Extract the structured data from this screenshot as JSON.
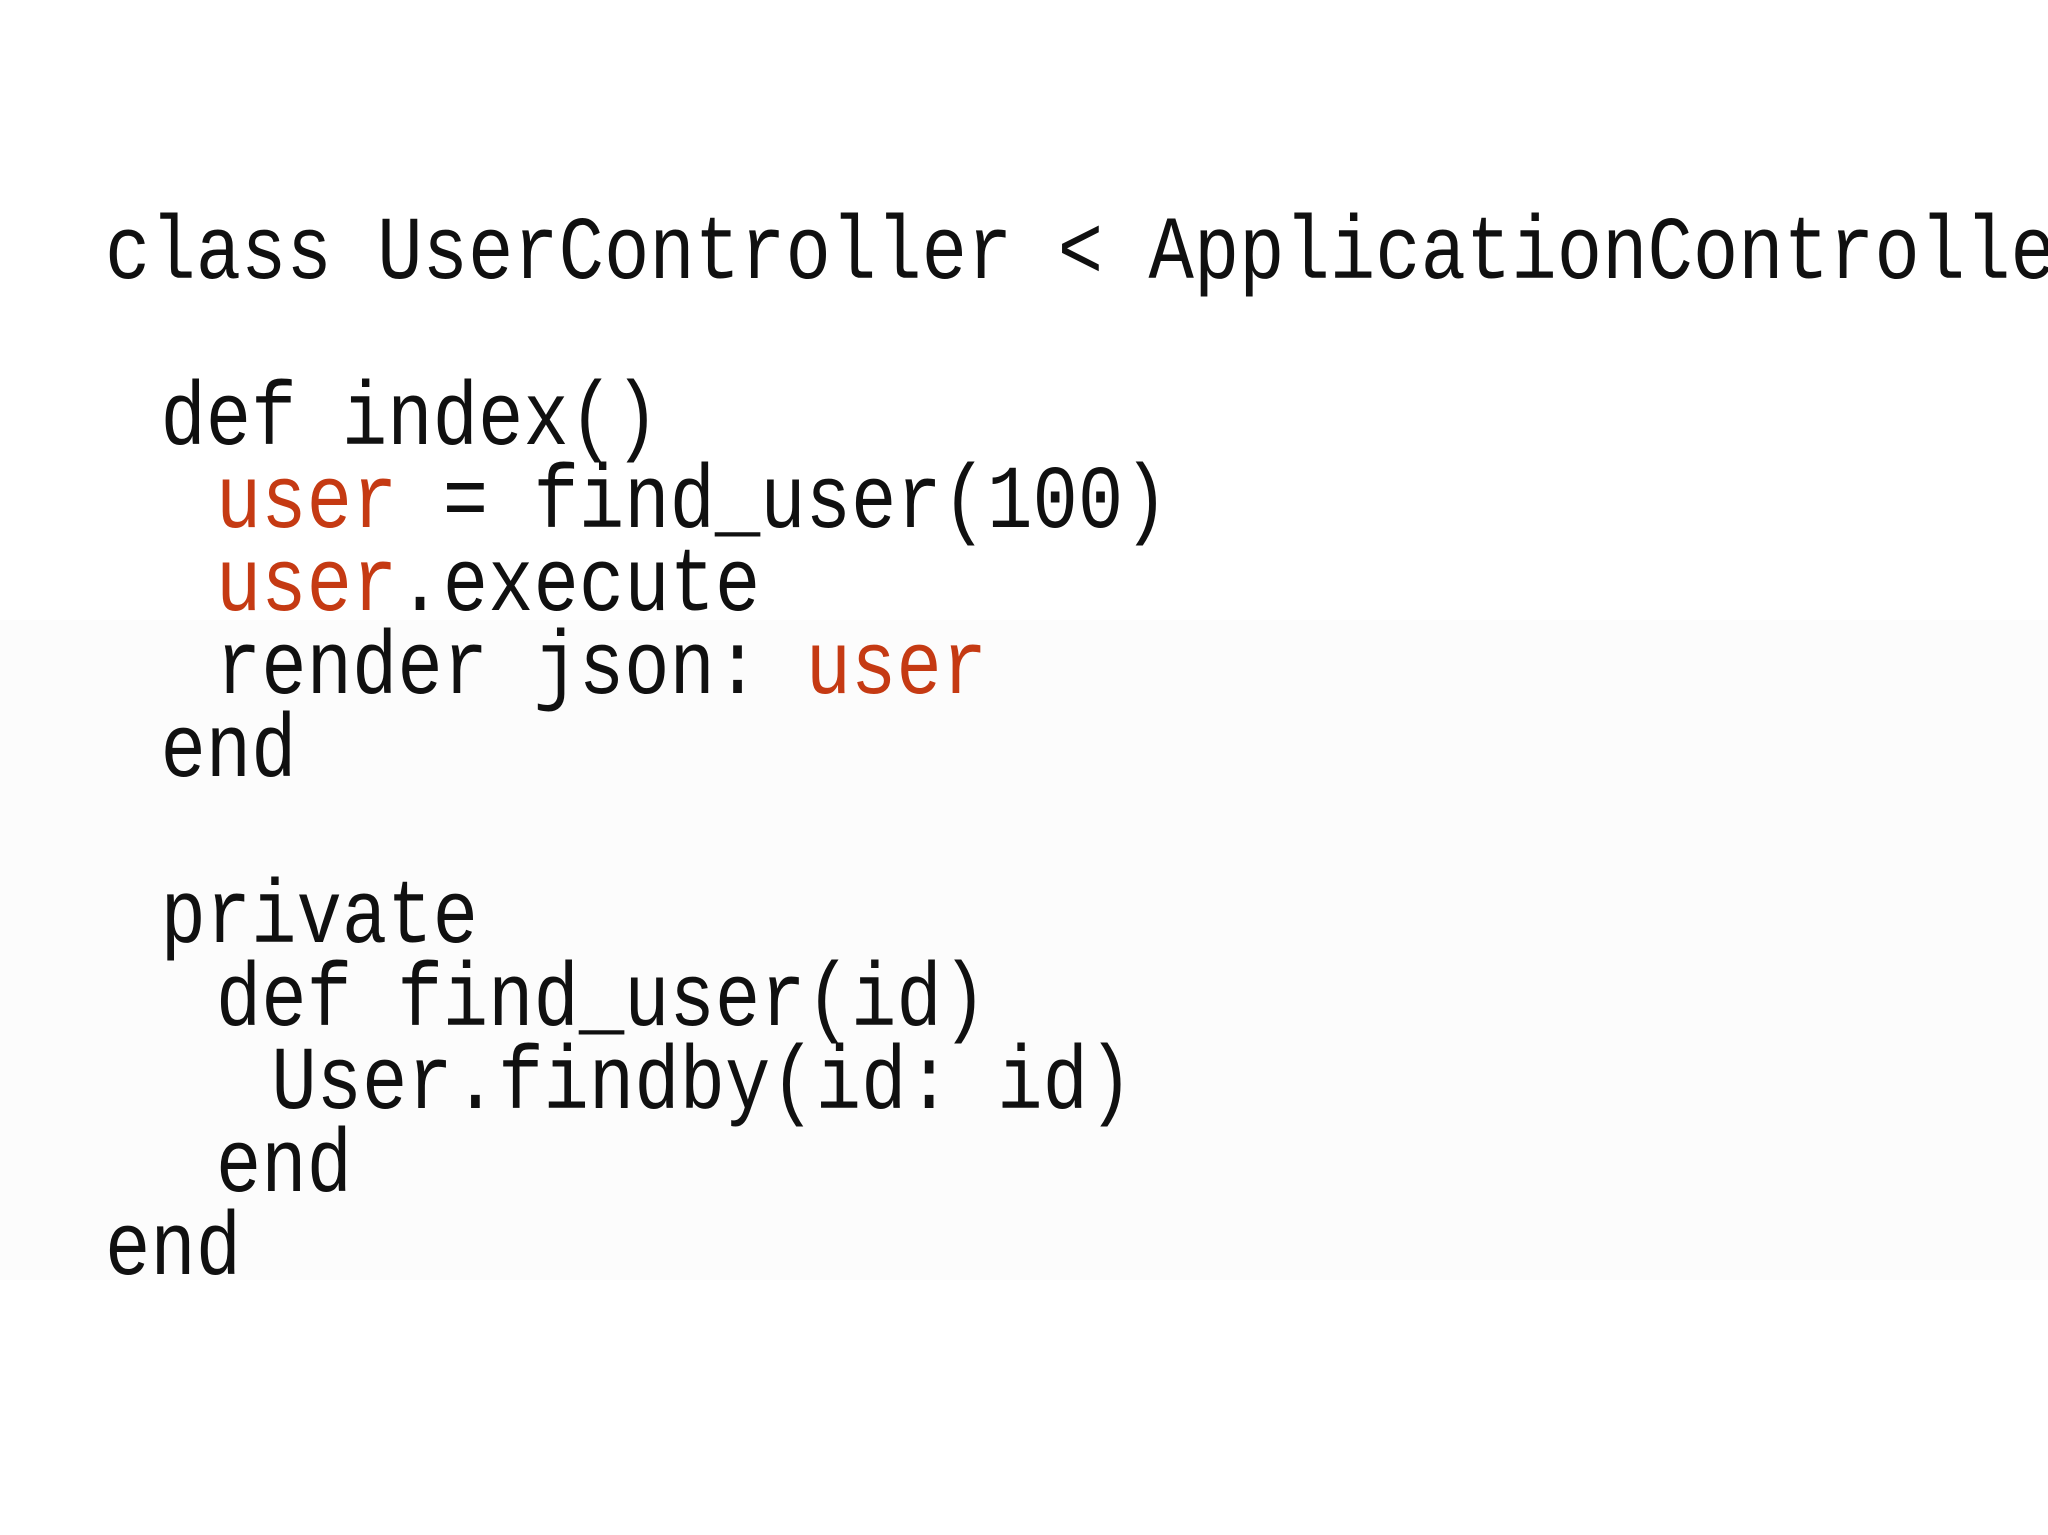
{
  "slide": {
    "background_color": "#ffffff",
    "text_color": "#101010",
    "highlight_color": "#c53a13"
  },
  "code": {
    "language": "ruby",
    "lines": [
      {
        "indent": 0,
        "segments": [
          {
            "text": "class UserController < ApplicationController",
            "highlight": false
          }
        ]
      },
      {
        "indent": 0,
        "segments": []
      },
      {
        "indent": 1,
        "segments": [
          {
            "text": "def index()",
            "highlight": false
          }
        ]
      },
      {
        "indent": 2,
        "segments": [
          {
            "text": "user",
            "highlight": true
          },
          {
            "text": " = find_user(100)",
            "highlight": false
          }
        ]
      },
      {
        "indent": 2,
        "segments": [
          {
            "text": "user",
            "highlight": true
          },
          {
            "text": ".execute",
            "highlight": false
          }
        ]
      },
      {
        "indent": 2,
        "segments": [
          {
            "text": "render json: ",
            "highlight": false
          },
          {
            "text": "user",
            "highlight": true
          }
        ]
      },
      {
        "indent": 1,
        "segments": [
          {
            "text": "end",
            "highlight": false
          }
        ]
      },
      {
        "indent": 0,
        "segments": []
      },
      {
        "indent": 1,
        "segments": [
          {
            "text": "private",
            "highlight": false
          }
        ]
      },
      {
        "indent": 2,
        "segments": [
          {
            "text": "def find_user(id)",
            "highlight": false
          }
        ]
      },
      {
        "indent": 3,
        "segments": [
          {
            "text": "User.findby(id: id)",
            "highlight": false
          }
        ]
      },
      {
        "indent": 2,
        "segments": [
          {
            "text": "end",
            "highlight": false
          }
        ]
      },
      {
        "indent": 0,
        "segments": [
          {
            "text": "end",
            "highlight": false
          }
        ]
      }
    ]
  }
}
